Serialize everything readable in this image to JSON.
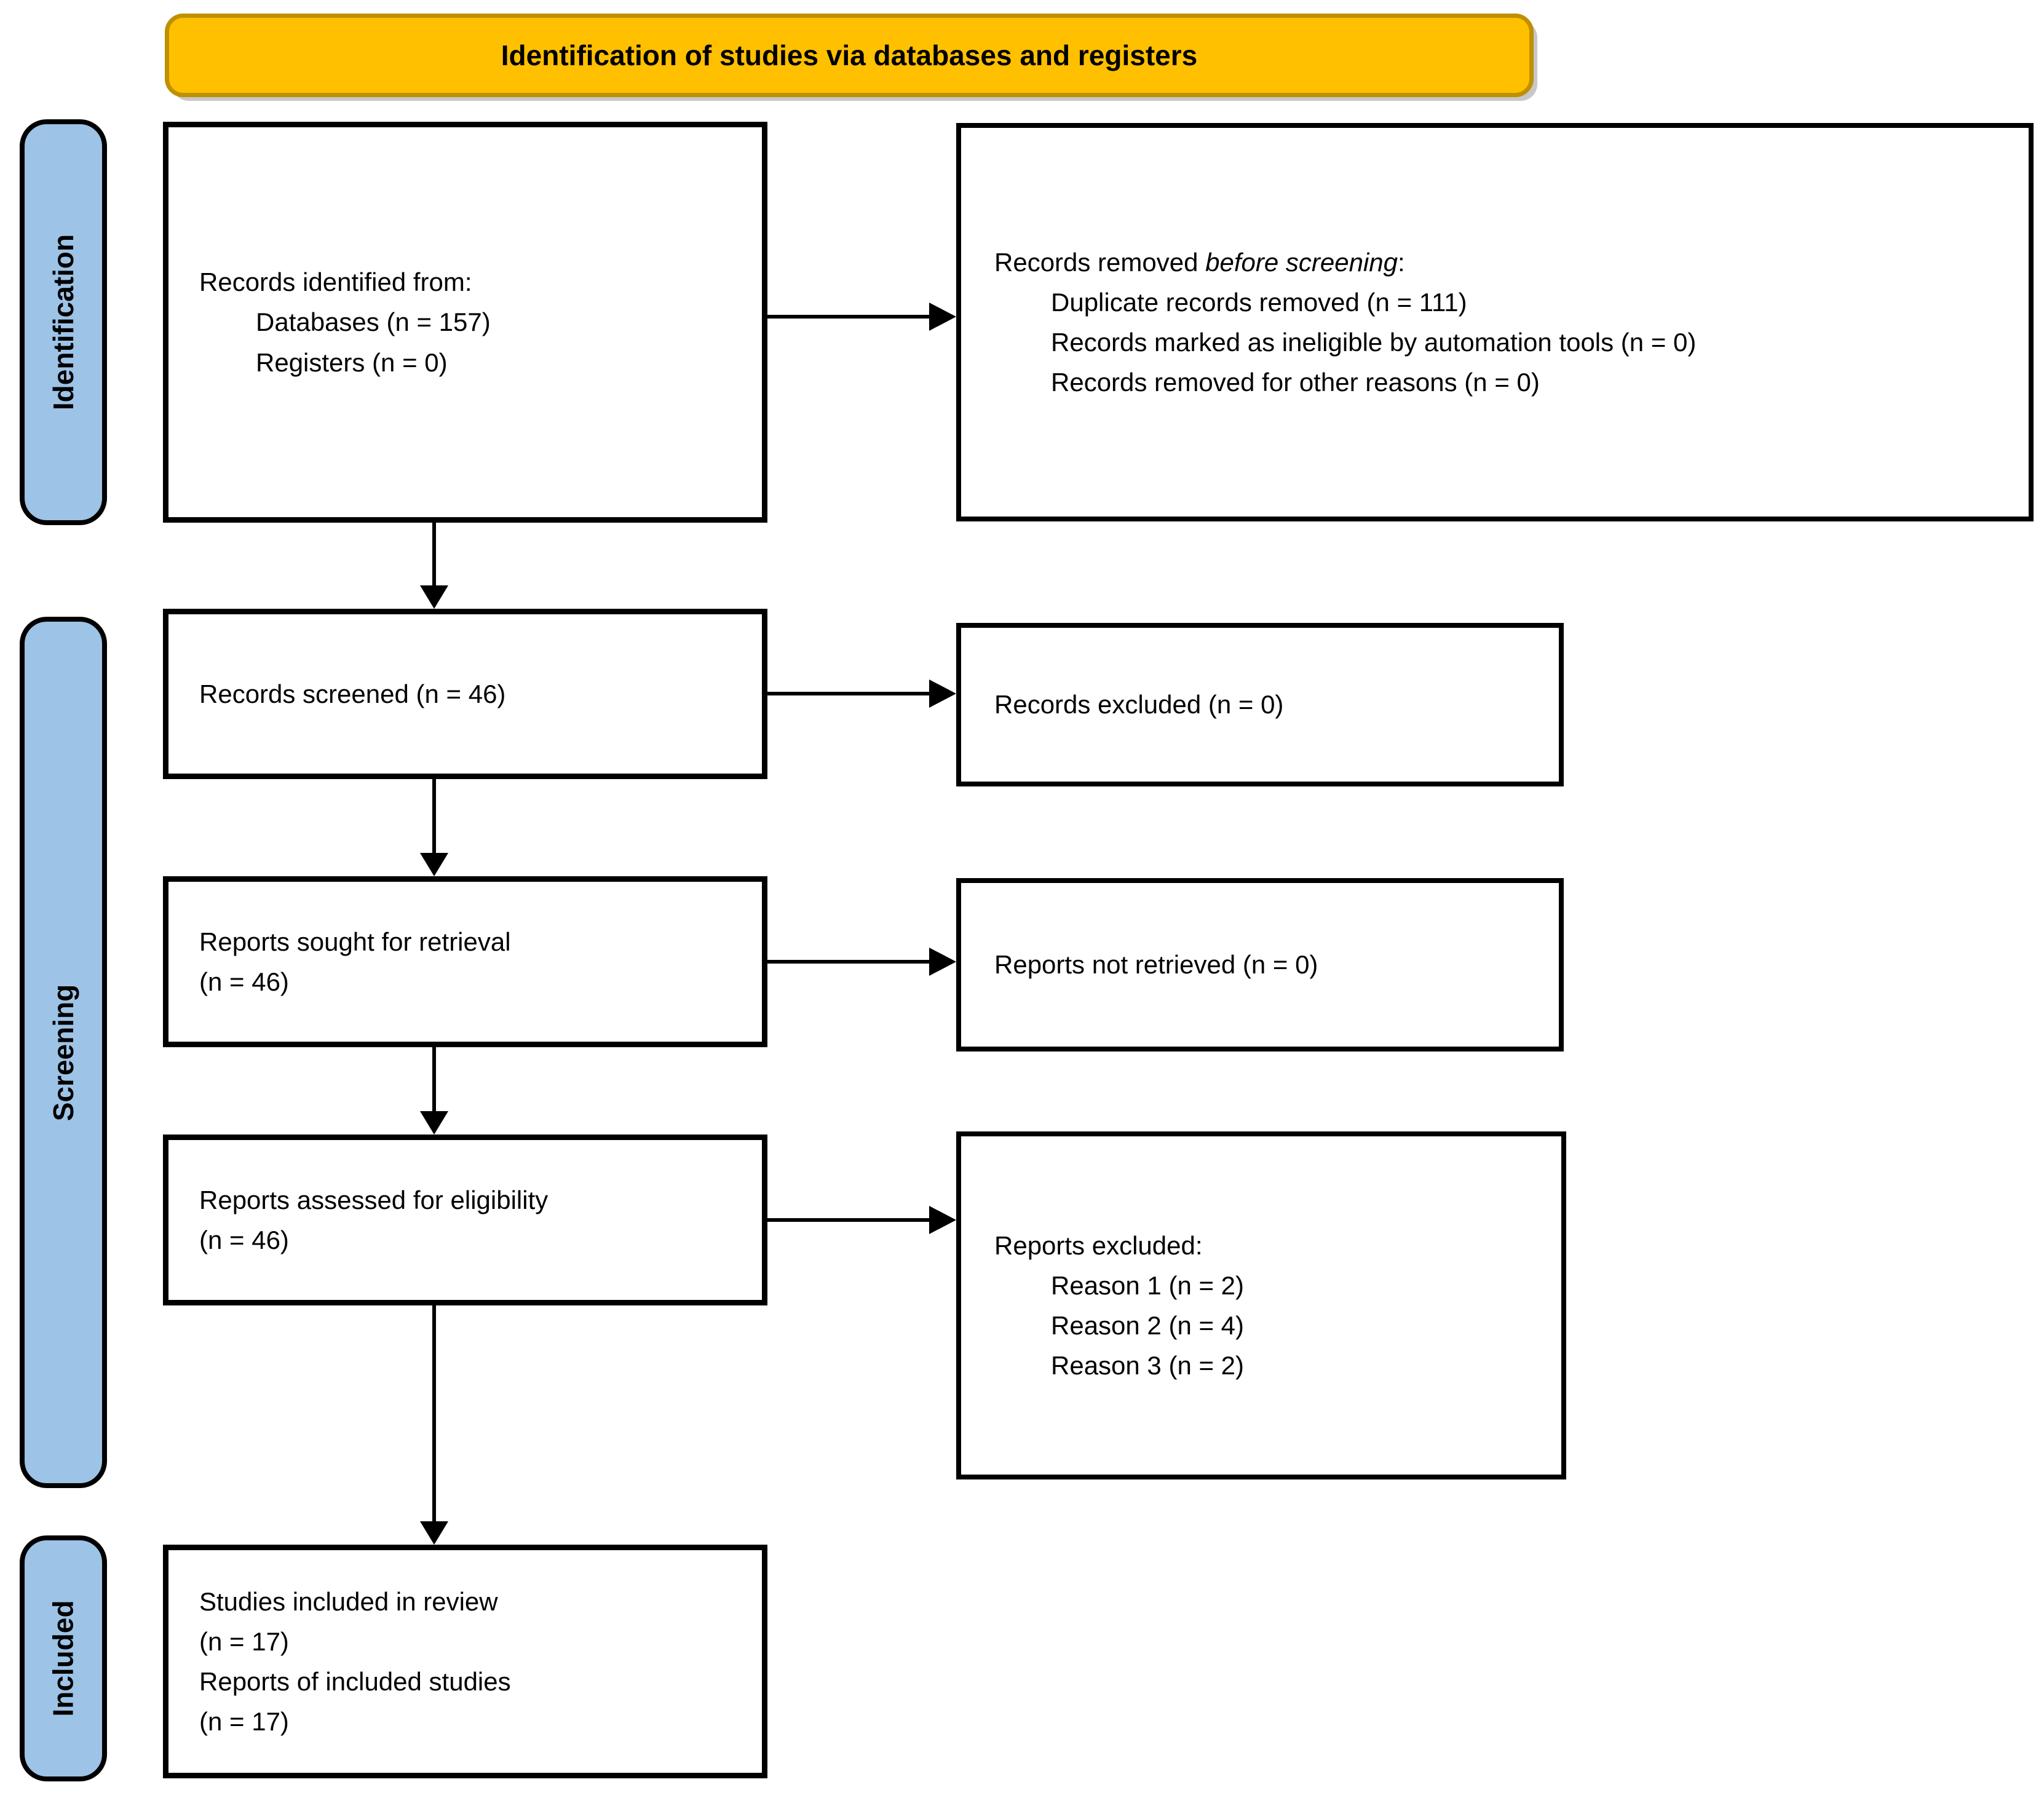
{
  "banner": {
    "title": "Identification of studies via databases and registers"
  },
  "stages": {
    "identification": "Identification",
    "screening": "Screening",
    "included": "Included"
  },
  "boxes": {
    "records_identified": {
      "heading": "Records identified from:",
      "items": [
        "Databases (n = 157)",
        "Registers (n = 0)"
      ]
    },
    "records_removed": {
      "heading_prefix": "Records removed ",
      "heading_italic": "before screening",
      "heading_suffix": ":",
      "items": [
        "Duplicate records removed (n = 111)",
        "Records marked as ineligible by automation tools (n = 0)",
        "Records removed for other reasons (n = 0)"
      ]
    },
    "records_screened": {
      "text": "Records screened (n = 46)"
    },
    "records_excluded": {
      "text": "Records excluded (n = 0)"
    },
    "reports_sought": {
      "line1": "Reports sought for retrieval",
      "line2": "(n = 46)"
    },
    "reports_not_retrieved": {
      "text": "Reports not retrieved (n = 0)"
    },
    "reports_assessed": {
      "line1": "Reports assessed for eligibility",
      "line2": "(n = 46)"
    },
    "reports_excluded": {
      "heading": "Reports excluded:",
      "items": [
        "Reason 1 (n = 2)",
        "Reason 2 (n = 4)",
        "Reason 3 (n = 2)"
      ]
    },
    "studies_included": {
      "lines": [
        "Studies included in review",
        "(n = 17)",
        "Reports of included studies",
        "(n = 17)"
      ]
    }
  },
  "colors": {
    "banner_fill": "#FFC000",
    "banner_border": "#BF9000",
    "stage_fill": "#9DC3E6",
    "box_border": "#000000",
    "background": "#FFFFFF"
  }
}
